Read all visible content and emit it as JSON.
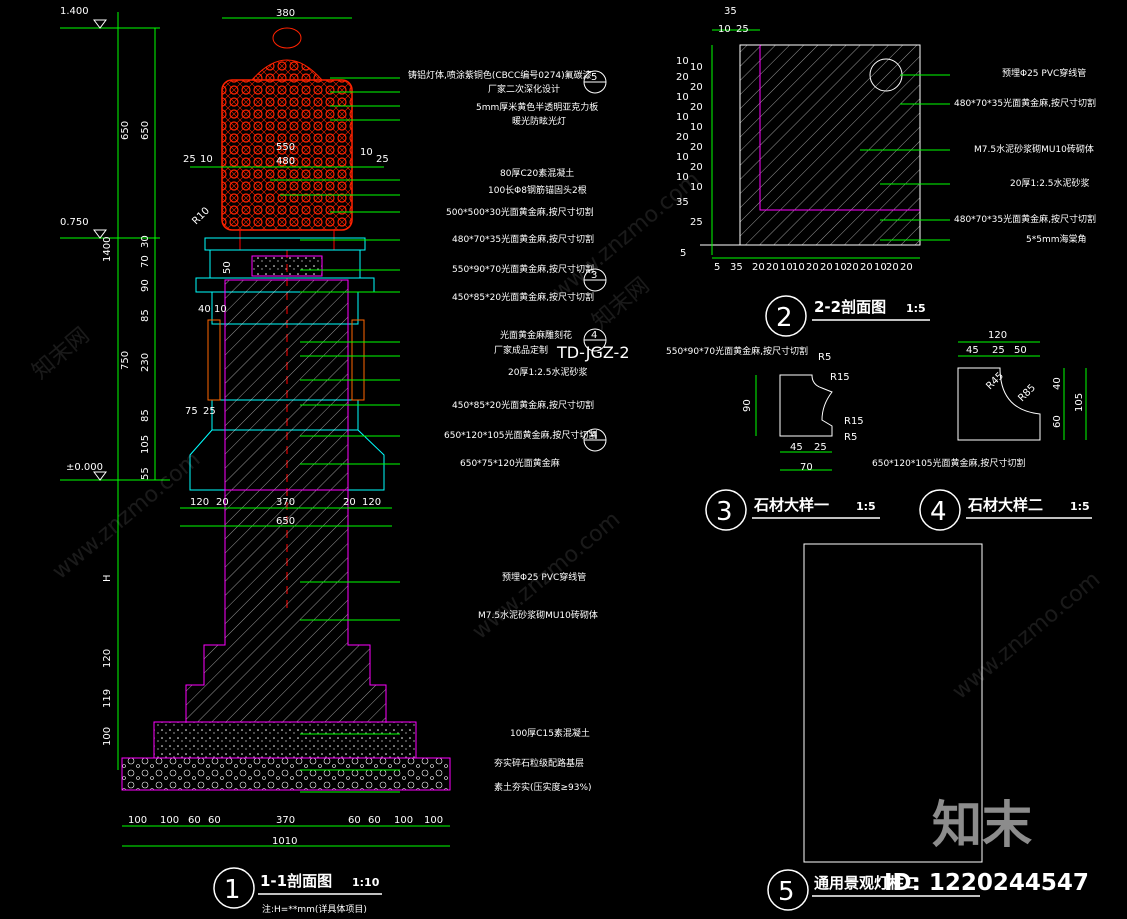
{
  "levels": {
    "top": "1.400",
    "mid": "0.750",
    "base": "±0.000"
  },
  "left_dims": {
    "outer": [
      "650",
      "1400",
      "750",
      "H",
      "120",
      "119",
      "100"
    ],
    "inner": [
      "650",
      "70",
      "30",
      "90",
      "85",
      "230",
      "85",
      "105",
      "55"
    ]
  },
  "top_dims": {
    "d380": "380",
    "d550": "550",
    "d480": "480",
    "d25a": "25",
    "d10a": "10",
    "d10b": "10",
    "d25b": "25",
    "r10": "R10",
    "d50": "50",
    "d40": "40",
    "d10c": "10",
    "d75": "75",
    "d25c": "25"
  },
  "bottom_dims": {
    "row1": [
      "120",
      "20",
      "370",
      "20",
      "120"
    ],
    "total1": "650",
    "row2": [
      "100",
      "100",
      "60",
      "60",
      "370",
      "60",
      "60",
      "100",
      "100"
    ],
    "total2": "1010"
  },
  "notes": [
    "铸铝灯体,喷涂紫铜色(CBCC编号0274)氟碳漆",
    "厂家二次深化设计",
    "5mm厚米黄色半透明亚克力板",
    "暖光防眩光灯",
    "80厚C20素混凝土",
    "100长Φ8钢筋锚固头2根",
    "500*500*30光面黄金麻,按尺寸切割",
    "480*70*35光面黄金麻,按尺寸切割",
    "550*90*70光面黄金麻,按尺寸切割",
    "450*85*20光面黄金麻,按尺寸切割",
    "光面黄金麻雕刻花",
    "厂家成品定制",
    "20厚1:2.5水泥砂浆",
    "450*85*20光面黄金麻,按尺寸切割",
    "650*120*105光面黄金麻,按尺寸切割",
    "650*75*120光面黄金麻",
    "预埋Φ25 PVC穿线管",
    "M7.5水泥砂浆砌MU10砖砌体",
    "100厚C15素混凝土",
    "夯实碎石粒级配路基层",
    "素土夯实(压实度≥93%)"
  ],
  "ref_code": "TD-JGZ-2",
  "markers": [
    "5",
    "3",
    "4",
    "4"
  ],
  "sec22": {
    "notes": [
      "预埋Φ25 PVC穿线管",
      "480*70*35光面黄金麻,按尺寸切割",
      "M7.5水泥砂浆砌MU10砖砌体",
      "20厚1:2.5水泥砂浆",
      "480*70*35光面黄金麻,按尺寸切割",
      "5*5mm海棠角"
    ],
    "top": [
      "35",
      "10",
      "25"
    ],
    "left": [
      "10",
      "10",
      "20",
      "20",
      "10",
      "20",
      "10",
      "10",
      "20",
      "20",
      "10",
      "20",
      "10",
      "10",
      "35",
      "25",
      "5"
    ],
    "bottom": [
      "5",
      "35",
      "20",
      "20",
      "10",
      "10",
      "20",
      "20",
      "10",
      "20",
      "20",
      "10",
      "20",
      "20"
    ],
    "title_num": "2",
    "title": "2-2剖面图",
    "scale": "1:5"
  },
  "detail3": {
    "label": "550*90*70光面黄金麻,按尺寸切割",
    "dims": [
      "R5",
      "R15",
      "R15",
      "R5",
      "90",
      "45",
      "25",
      "70"
    ],
    "title_num": "3",
    "title": "石材大样一",
    "scale": "1:5"
  },
  "detail4": {
    "label": "650*120*105光面黄金麻,按尺寸切割",
    "dims": [
      "120",
      "45",
      "25",
      "50",
      "R45",
      "R85",
      "40",
      "60",
      "105"
    ],
    "title_num": "4",
    "title": "石材大样二",
    "scale": "1:5"
  },
  "detail5": {
    "title_num": "5",
    "title": "通用景观灯柱二",
    "id_text": "ID: 1220244547"
  },
  "sec11": {
    "title_num": "1",
    "title": "1-1剖面图",
    "scale": "1:10",
    "note": "注:H=**mm(详具体项目)"
  },
  "watermark": {
    "logo": "知末",
    "text": "www.znzmo.com",
    "cn": "知末网"
  },
  "colors": {
    "bg": "#000000",
    "green": "#00ff00",
    "magenta": "#ff00ff",
    "cyan": "#00ffff",
    "red": "#ff0000",
    "white": "#ffffff"
  }
}
